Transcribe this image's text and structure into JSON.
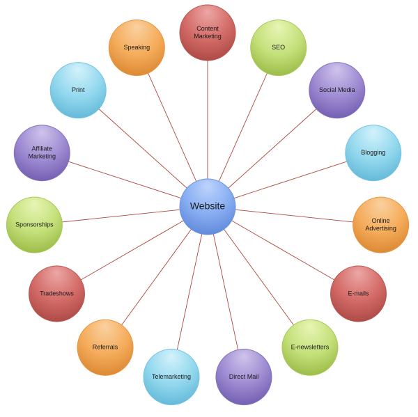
{
  "hub": {
    "label": "Website",
    "color": "blue"
  },
  "nodes": [
    {
      "id": "content-marketing",
      "lines": [
        "Content",
        "Marketing"
      ],
      "color": "red"
    },
    {
      "id": "seo",
      "lines": [
        "SEO"
      ],
      "color": "green"
    },
    {
      "id": "social-media",
      "lines": [
        "Social Media"
      ],
      "color": "purple"
    },
    {
      "id": "blogging",
      "lines": [
        "Blogging"
      ],
      "color": "cyan"
    },
    {
      "id": "online-advertising",
      "lines": [
        "Online",
        "Advertising"
      ],
      "color": "orange"
    },
    {
      "id": "e-mails",
      "lines": [
        "E-mails"
      ],
      "color": "red"
    },
    {
      "id": "e-newsletters",
      "lines": [
        "E-newsletters"
      ],
      "color": "green"
    },
    {
      "id": "direct-mail",
      "lines": [
        "Direct Mail"
      ],
      "color": "purple"
    },
    {
      "id": "telemarketing",
      "lines": [
        "Telemarketing"
      ],
      "color": "cyan"
    },
    {
      "id": "referrals",
      "lines": [
        "Referrals"
      ],
      "color": "orange"
    },
    {
      "id": "tradeshows",
      "lines": [
        "Tradeshows"
      ],
      "color": "red"
    },
    {
      "id": "sponsorships",
      "lines": [
        "Sponsorships"
      ],
      "color": "green"
    },
    {
      "id": "affiliate-marketing",
      "lines": [
        "Affiliate",
        "Marketing"
      ],
      "color": "purple"
    },
    {
      "id": "print",
      "lines": [
        "Print"
      ],
      "color": "cyan"
    },
    {
      "id": "speaking",
      "lines": [
        "Speaking"
      ],
      "color": "orange"
    }
  ],
  "palette": {
    "red": {
      "light": "#eca7a5",
      "mid": "#d36b67",
      "dark": "#a94743",
      "edge": "#b85652"
    },
    "green": {
      "light": "#e8f5b5",
      "mid": "#c4e07a",
      "dark": "#97b843",
      "edge": "#a8c856"
    },
    "purple": {
      "light": "#cfc4ec",
      "mid": "#9e8bd2",
      "dark": "#6f5aae",
      "edge": "#8470bd"
    },
    "cyan": {
      "light": "#d4f2fb",
      "mid": "#93d8ee",
      "dark": "#5fb6d6",
      "edge": "#74c4e0"
    },
    "orange": {
      "light": "#fad1a1",
      "mid": "#f5ac5b",
      "dark": "#d9852f",
      "edge": "#e6953f"
    },
    "blue": {
      "light": "#bdd3fb",
      "mid": "#88aef2",
      "dark": "#5c86d8",
      "edge": "#6b95e0"
    }
  }
}
